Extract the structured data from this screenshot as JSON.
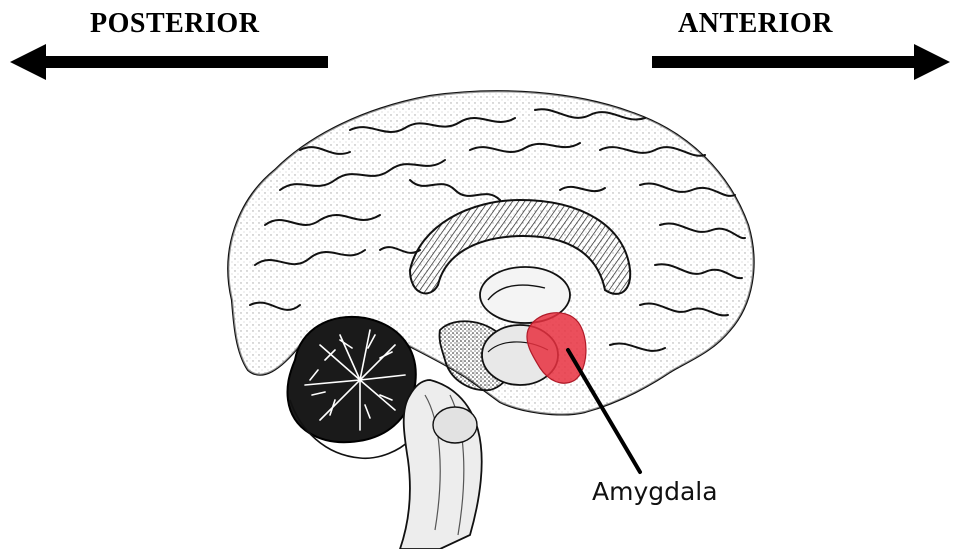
{
  "labels": {
    "posterior": "POSTERIOR",
    "anterior": "ANTERIOR",
    "amygdala": "Amygdala"
  },
  "colors": {
    "amygdala_highlight": "#e8303f",
    "ink": "#111111",
    "background": "#ffffff"
  },
  "icons": {
    "left_arrow": "arrow-left-icon",
    "right_arrow": "arrow-right-icon"
  }
}
